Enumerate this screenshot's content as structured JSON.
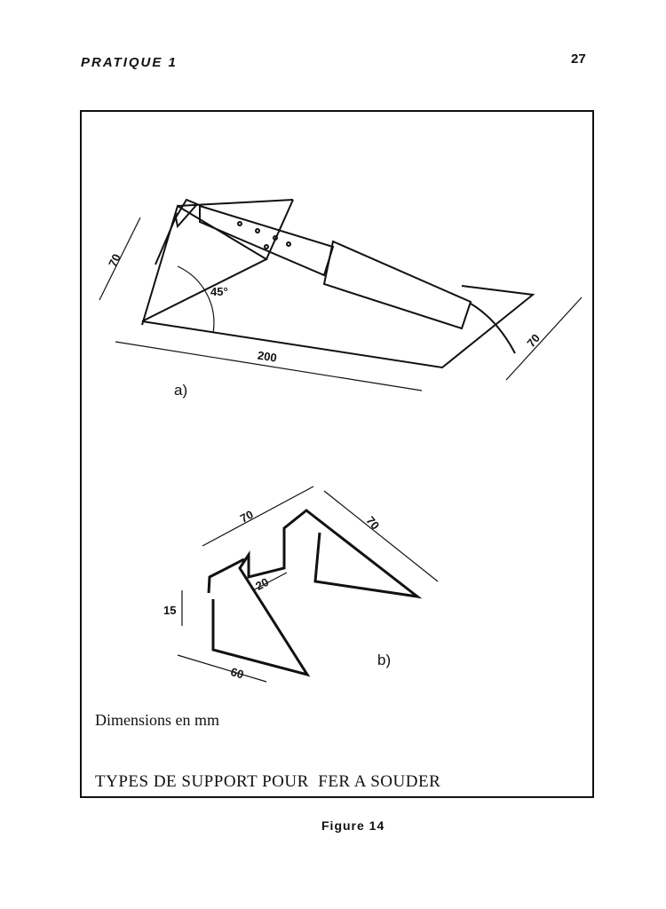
{
  "header": {
    "section": "PRATIQUE 1",
    "page_number": "27"
  },
  "figure_a": {
    "label": "a)",
    "dim_height": "70",
    "dim_angle": "45°",
    "dim_length": "200",
    "dim_width": "70"
  },
  "figure_b": {
    "label": "b)",
    "dim_top": "70",
    "dim_side": "70",
    "dim_notch": "20",
    "dim_height": "15",
    "dim_base": "60"
  },
  "dimensions_note": "Dimensions en mm",
  "caption": "TYPES DE SUPPORT POUR  FER A SOUDER",
  "figure_label": "Figure 14"
}
